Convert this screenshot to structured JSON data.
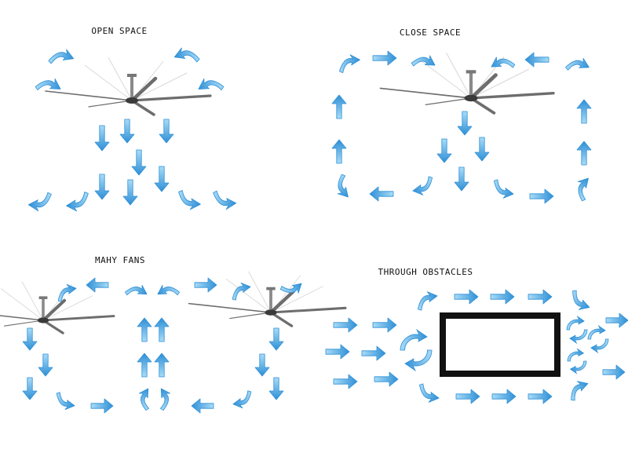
{
  "panels": [
    {
      "id": "open",
      "title": "OPEN SPACE"
    },
    {
      "id": "close",
      "title": "CLOSE SPACE"
    },
    {
      "id": "many",
      "title": "MAHY FANS"
    },
    {
      "id": "obstacles",
      "title": "THROUGH OBSTACLES"
    }
  ],
  "colors": {
    "arrow_light": "#a9dcf7",
    "arrow_dark": "#2e8fd6",
    "fan_blade": "#6d6d6d",
    "obstacle_frame": "#111111",
    "obstacle_fill": "#ffffff"
  },
  "icons": {
    "arrow": "airflow-arrow-icon",
    "curved_arrow": "curved-airflow-arrow-icon",
    "fan": "ceiling-fan-icon",
    "swirl": "swirl-icon",
    "obstacle": "obstacle-box-icon"
  }
}
